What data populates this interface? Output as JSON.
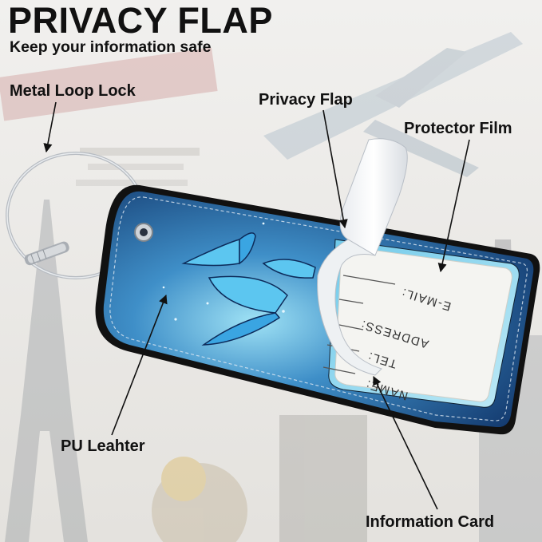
{
  "header": {
    "title": "PRIVACY FLAP",
    "subtitle": "Keep your information safe"
  },
  "callouts": {
    "metal_loop_lock": "Metal Loop Lock",
    "privacy_flap": "Privacy Flap",
    "protector_film": "Protector Film",
    "pu_leather": "PU Leahter",
    "information_card": "Information Card"
  },
  "card_fields": {
    "email": "E-MAIL:",
    "address": "ADDRESS:",
    "tel": "TEL:",
    "name": "NAME:"
  },
  "colors": {
    "background": "#ecebe8",
    "tag_blue_dark": "#0e2f63",
    "tag_blue_light": "#7fd3ef",
    "butterfly": "#5cc6f0",
    "text": "#111111"
  }
}
